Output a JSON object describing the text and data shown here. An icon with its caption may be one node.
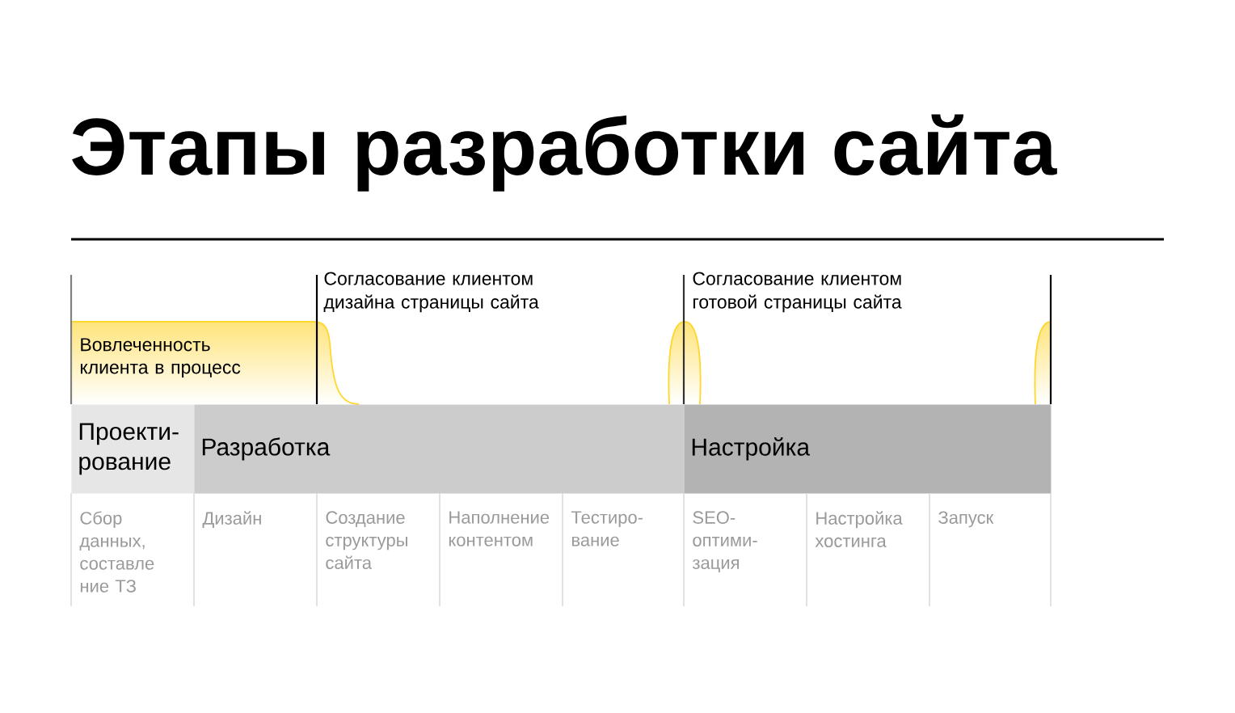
{
  "diagram": {
    "title": "Этапы разработки сайта",
    "nodes": [
      {
        "text": [
          "Вовлеченность клиента в процесс"
        ]
      },
      {
        "text": [
          "Проекти- рование"
        ]
      },
      {
        "text": [
          "Разработка"
        ]
      },
      {
        "text": [
          "Настройка"
        ]
      }
    ],
    "labels": [
      "Согласование клиентом дизайна страницы сайта",
      "Согласование клиентом готовой страницы сайта",
      "Сбор данных, составле ние ТЗ",
      "Дизайн",
      "Создание структуры сайта",
      "Наполнение контентом",
      "Тестиро- вание",
      "SEO- оптими- зация",
      "Настройка хостинга",
      "Запуск"
    ]
  }
}
